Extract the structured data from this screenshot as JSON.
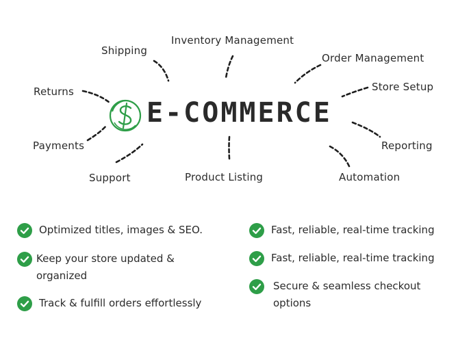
{
  "title": "E-COMMERCE",
  "colors": {
    "accent": "#2e9e48",
    "text": "#2b2b2b"
  },
  "icon": "dollar-coin-icon",
  "branches": [
    "Inventory Management",
    "Shipping",
    "Order Management",
    "Returns",
    "Store Setup",
    "Payments",
    "Reporting",
    "Support",
    "Product Listing",
    "Automation"
  ],
  "features": {
    "left": [
      "Optimized titles, images & SEO.",
      "Keep your store updated & organized",
      "Track & fulfill orders effortlessly"
    ],
    "right": [
      "Fast, reliable, real-time tracking",
      "Fast, reliable, real-time tracking",
      "Secure & seamless checkout options"
    ]
  }
}
